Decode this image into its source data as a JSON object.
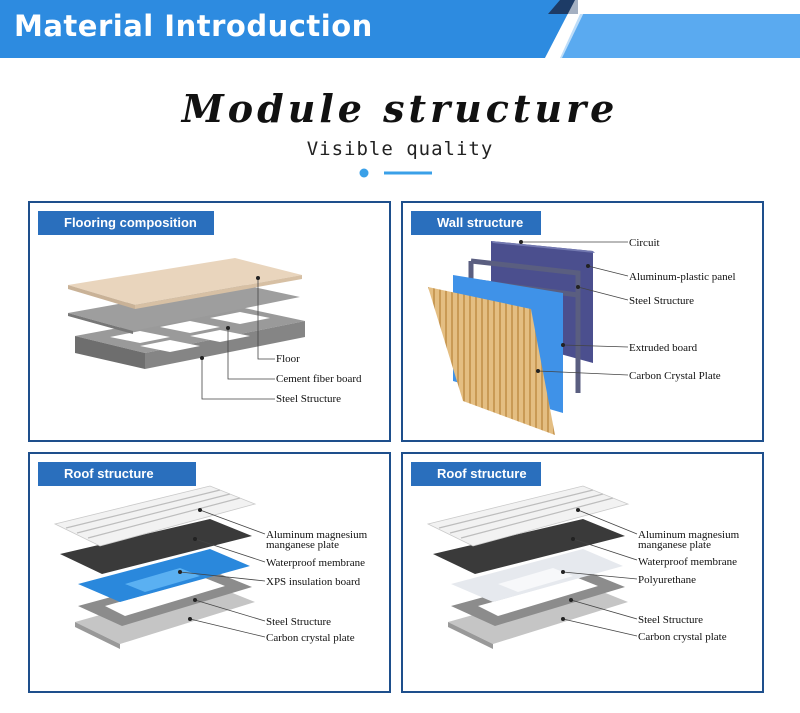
{
  "banner": {
    "title": "Material Introduction"
  },
  "heading": {
    "title": "Module structure",
    "subtitle": "Visible quality"
  },
  "panels": [
    {
      "title": "Flooring composition",
      "labels": [
        "Floor",
        "Cement fiber board",
        "Steel Structure"
      ]
    },
    {
      "title": "Wall structure",
      "labels": [
        "Circuit",
        "Aluminum-plastic panel",
        "Steel Structure",
        "Extruded board",
        "Carbon Crystal Plate"
      ]
    },
    {
      "title": "Roof structure",
      "labels": [
        "Aluminum magnesium",
        "manganese plate",
        "Waterproof membrane",
        "XPS insulation board",
        "Steel Structure",
        "Carbon crystal plate"
      ]
    },
    {
      "title": "Roof structure",
      "labels": [
        "Aluminum magnesium",
        "manganese plate",
        "Waterproof membrane",
        "Polyurethane",
        "Steel Structure",
        "Carbon crystal plate"
      ]
    }
  ],
  "colors": {
    "banner_blue": "#2d8be0",
    "panel_border": "#1e4f8c",
    "tag_blue": "#2a6fbd"
  }
}
